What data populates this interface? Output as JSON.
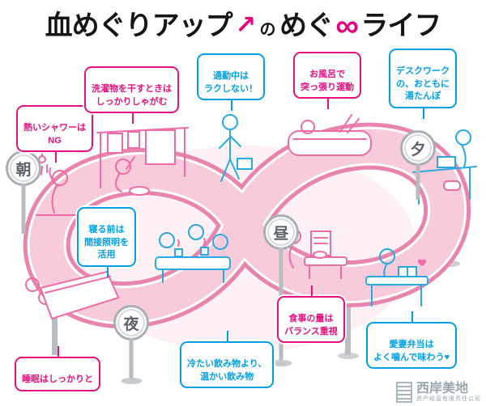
{
  "title": {
    "segment1": "血めぐりアップ",
    "arrow": "↗",
    "particle": "の",
    "segment2": "めぐ",
    "infinity": "∞",
    "segment3": "ライフ"
  },
  "time_markers": {
    "morning": "朝",
    "noon": "昼",
    "evening": "夕",
    "night": "夜"
  },
  "callouts": [
    {
      "id": "hot-shower",
      "text": "熱いシャワーは\nNG",
      "color": "pink"
    },
    {
      "id": "laundry",
      "text": "洗濯物を干すときは\nしっかりしゃがむ",
      "color": "pink"
    },
    {
      "id": "commute",
      "text": "通勤中は\nラクしない！",
      "color": "blue"
    },
    {
      "id": "bath",
      "text": "お風呂で\n突っ張り運動",
      "color": "pink"
    },
    {
      "id": "desk-work",
      "text": "デスクワーク\nの、おともに\n湯たんぽ",
      "color": "blue"
    },
    {
      "id": "before-bed",
      "text": "寝る前は\n間接照明を\n活用",
      "color": "blue"
    },
    {
      "id": "sleep",
      "text": "睡眠はしっかりと",
      "color": "pink"
    },
    {
      "id": "warm-drinks",
      "text": "冷たい飲み物より、\n温かい飲み物",
      "color": "blue"
    },
    {
      "id": "meal",
      "text": "食事の量は\nバランス重視",
      "color": "pink"
    },
    {
      "id": "bento",
      "text": "愛妻弁当は\nよく噛んで味わう♥",
      "color": "blue"
    }
  ],
  "watermark": {
    "name": "西岸美地",
    "subtitle": "资产经营有限责任公司"
  },
  "colors": {
    "title_pink": "#e4007f",
    "callout_pink": "#e8107e",
    "callout_blue": "#00a0e9",
    "track_edge": "#e884ad",
    "track_surface": "#f8cbda",
    "post_gray": "#b7bcc0",
    "marker_ring": "#a9afb5"
  }
}
